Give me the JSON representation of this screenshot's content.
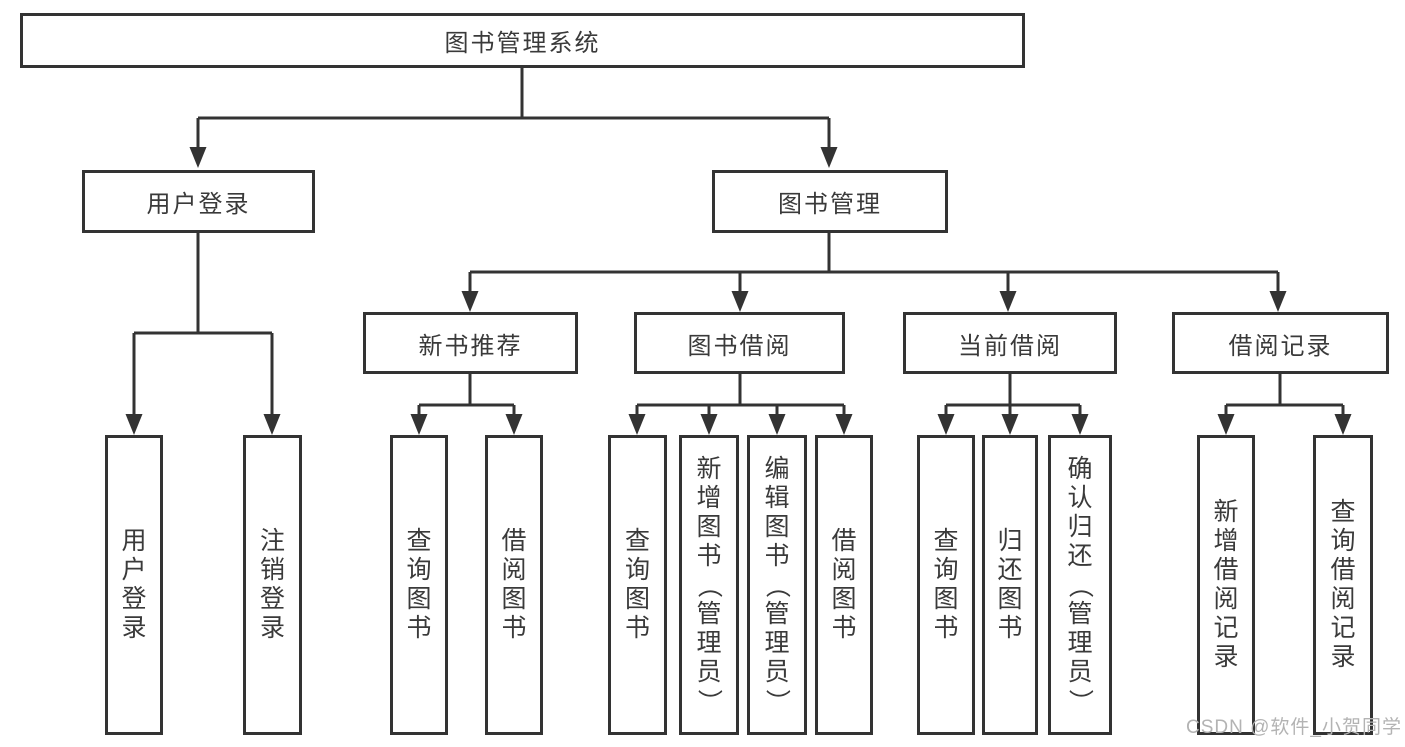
{
  "diagram": {
    "root": {
      "label": "图书管理系统"
    },
    "level2": [
      {
        "label": "用户登录"
      },
      {
        "label": "图书管理"
      }
    ],
    "level3": [
      {
        "label": "新书推荐",
        "parent": "图书管理"
      },
      {
        "label": "图书借阅",
        "parent": "图书管理"
      },
      {
        "label": "当前借阅",
        "parent": "图书管理"
      },
      {
        "label": "借阅记录",
        "parent": "图书管理"
      }
    ],
    "leaves": [
      {
        "label": "用户登录",
        "parent": "用户登录"
      },
      {
        "label": "注销登录",
        "parent": "用户登录"
      },
      {
        "label": "查询图书",
        "parent": "新书推荐"
      },
      {
        "label": "借阅图书",
        "parent": "新书推荐"
      },
      {
        "label": "查询图书",
        "parent": "图书借阅"
      },
      {
        "label": "新增图书（管理员）",
        "parent": "图书借阅"
      },
      {
        "label": "编辑图书（管理员）",
        "parent": "图书借阅"
      },
      {
        "label": "借阅图书",
        "parent": "图书借阅"
      },
      {
        "label": "查询图书",
        "parent": "当前借阅"
      },
      {
        "label": "归还图书",
        "parent": "当前借阅"
      },
      {
        "label": "确认归还（管理员）",
        "parent": "当前借阅"
      },
      {
        "label": "新增借阅记录",
        "parent": "借阅记录"
      },
      {
        "label": "查询借阅记录",
        "parent": "借阅记录"
      }
    ],
    "watermark": "CSDN @软件_小贺同学",
    "colors": {
      "line": "#333333",
      "text": "#3a3a3a",
      "watermark": "#b3b3b3",
      "background": "#ffffff"
    }
  }
}
